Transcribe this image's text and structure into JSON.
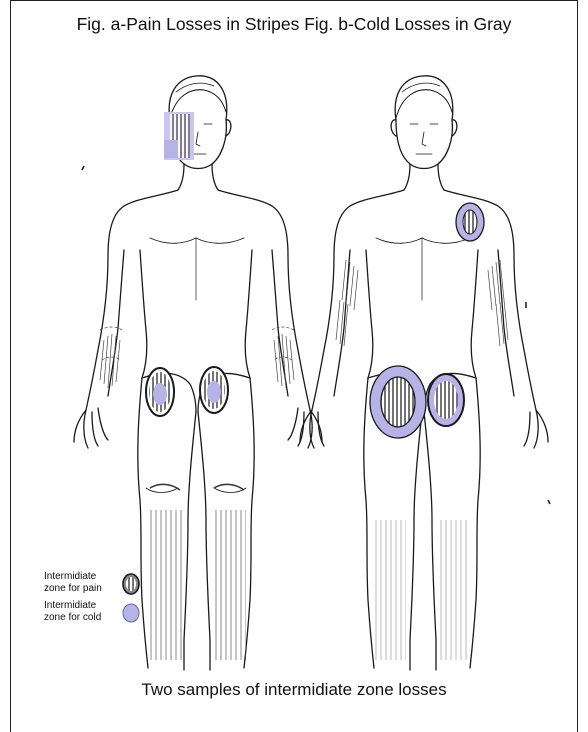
{
  "title": "Fig. a-Pain Losses in Stripes Fig. b-Cold Losses in Gray",
  "caption": "Two samples of intermidiate zone losses",
  "legend": {
    "pain_label_line1": "Intermidiate",
    "pain_label_line2": "zone for pain",
    "cold_label_line1": "Intermidiate",
    "cold_label_line2": "zone for cold"
  },
  "colors": {
    "cold": "#b8b3e6",
    "outline": "#1a1a1a",
    "pain_stripe": "#2a2a2a"
  }
}
